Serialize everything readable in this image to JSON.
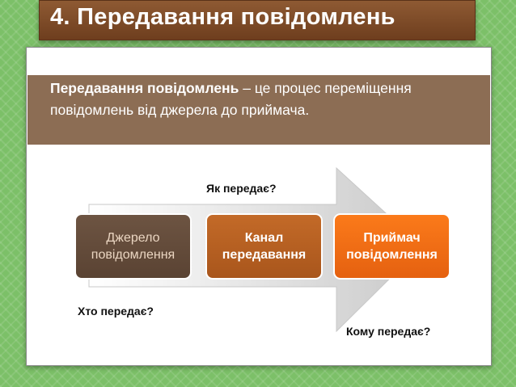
{
  "slide": {
    "title": "4. Передавання повідомлень"
  },
  "definition": {
    "term": "Передавання повідомлень",
    "rest": " – це процес переміщення повідомлень від джерела до приймача."
  },
  "diagram": {
    "steps": [
      {
        "line1": "Джерело",
        "line2": "повідомлення",
        "color": "#6d5442"
      },
      {
        "line1": "Канал",
        "line2": "передавання",
        "color": "#c36a28"
      },
      {
        "line1": "Приймач",
        "line2": "повідомлення",
        "color": "#fb7a1a"
      }
    ],
    "questions": {
      "how": "Як передає?",
      "who": "Хто передає?",
      "whom": "Кому передає?"
    },
    "arrow_color": "#d3d3d3"
  }
}
